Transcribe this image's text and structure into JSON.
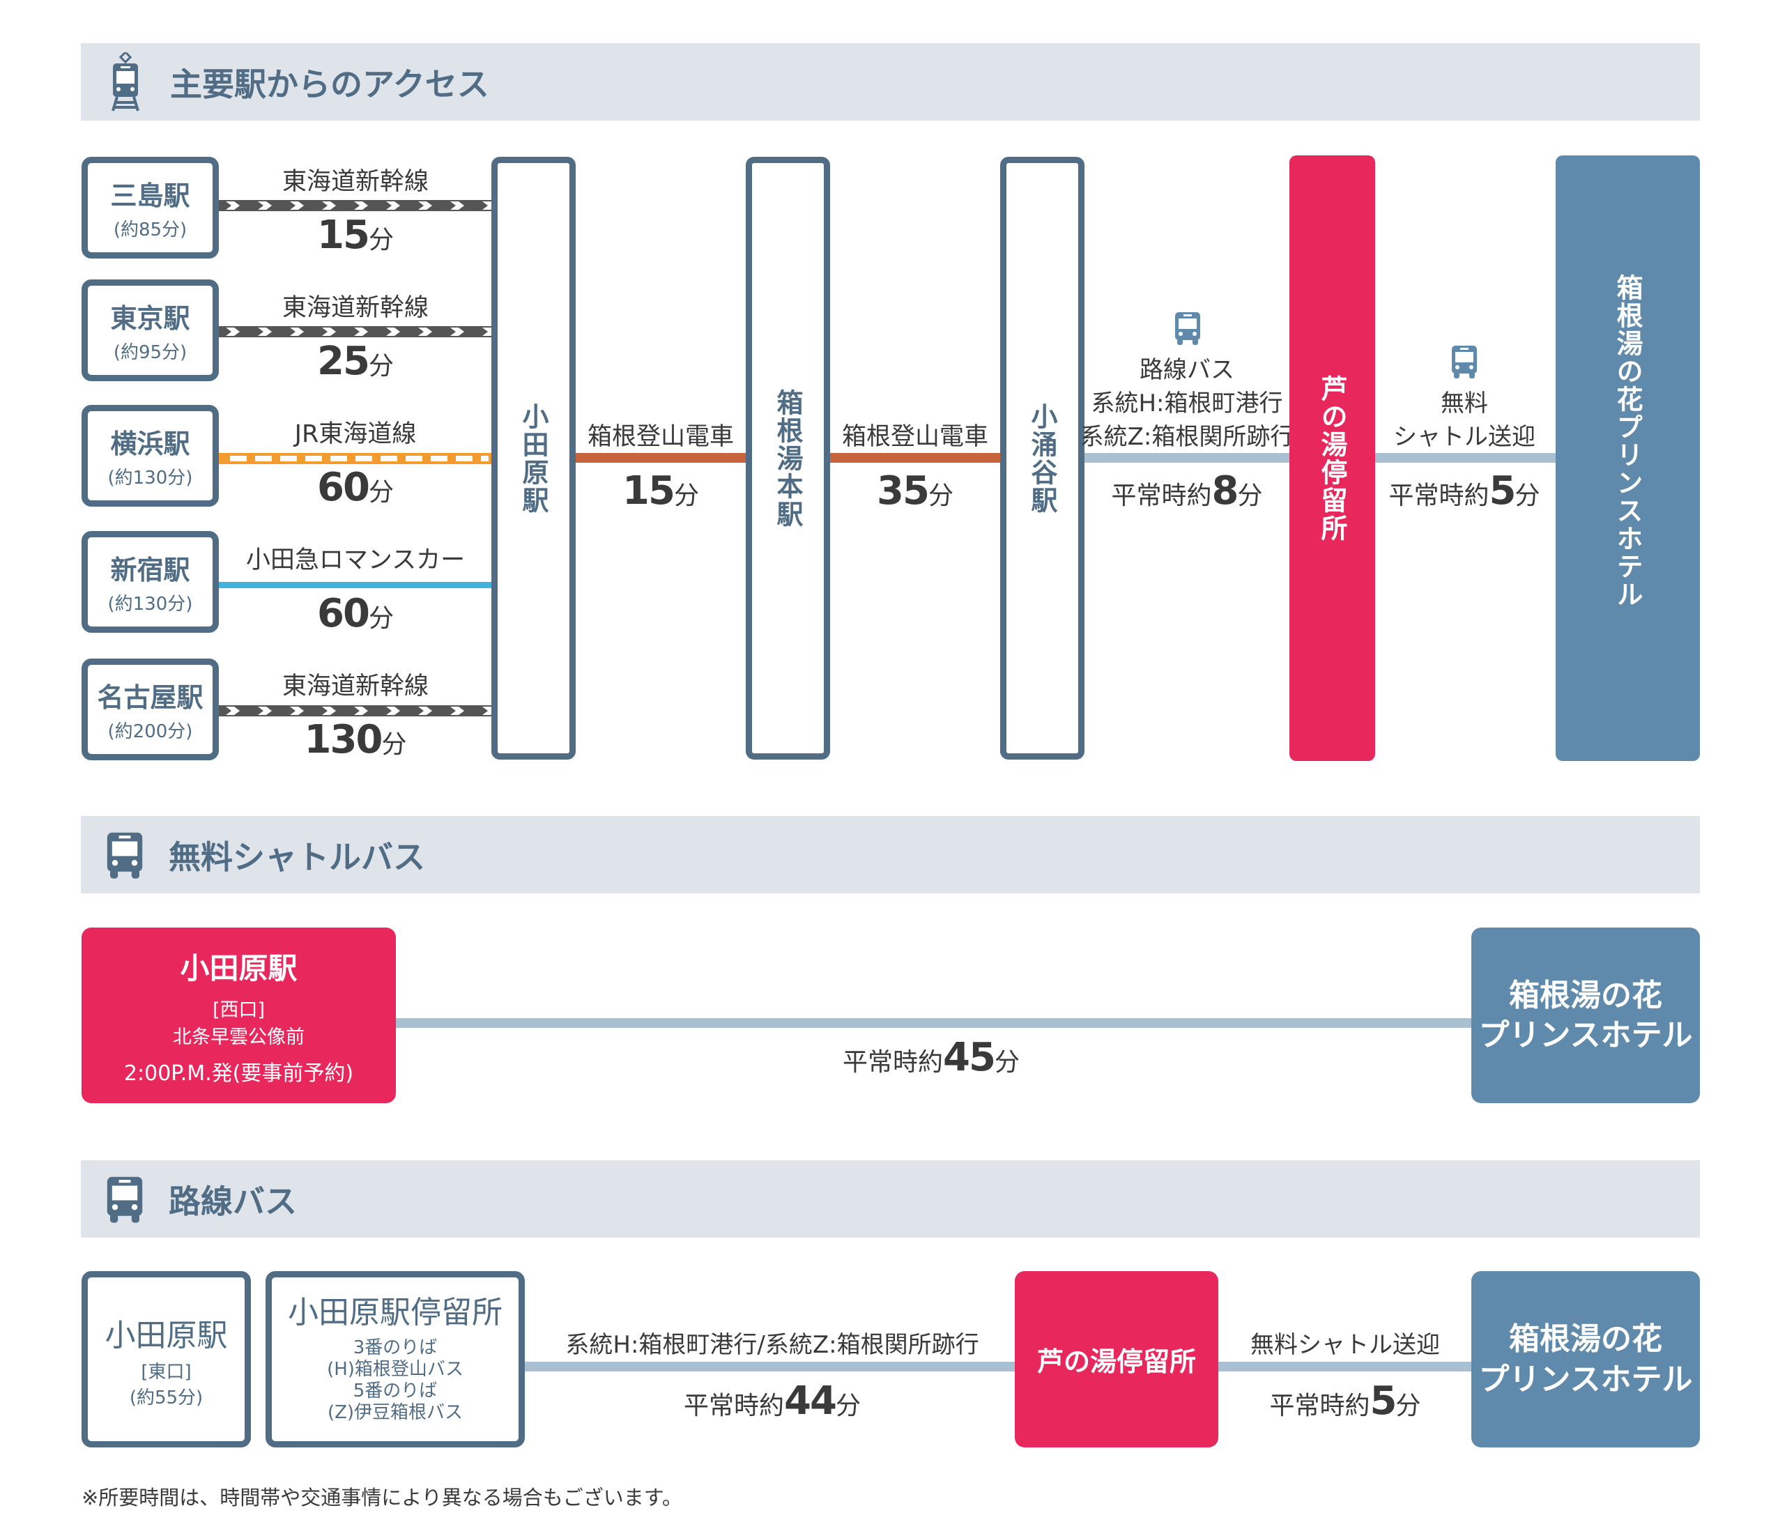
{
  "sections": {
    "access": "主要駅からのアクセス",
    "shuttle": "無料シャトルバス",
    "route_bus": "路線バス"
  },
  "origins": [
    {
      "name": "三島駅",
      "total": "(約85分)",
      "line": "東海道新幹線",
      "time": "15",
      "unit": "分"
    },
    {
      "name": "東京駅",
      "total": "(約95分)",
      "line": "東海道新幹線",
      "time": "25",
      "unit": "分"
    },
    {
      "name": "横浜駅",
      "total": "(約130分)",
      "line": "JR東海道線",
      "time": "60",
      "unit": "分"
    },
    {
      "name": "新宿駅",
      "total": "(約130分)",
      "line": "小田急ロマンスカー",
      "time": "60",
      "unit": "分"
    },
    {
      "name": "名古屋駅",
      "total": "(約200分)",
      "line": "東海道新幹線",
      "time": "130",
      "unit": "分"
    }
  ],
  "route": {
    "odawara": "小田原駅",
    "seg1": {
      "line": "箱根登山電車",
      "time": "15",
      "unit": "分"
    },
    "yumoto": "箱根湯本駅",
    "seg2": {
      "line": "箱根登山電車",
      "time": "35",
      "unit": "分"
    },
    "kowakudani": "小涌谷駅",
    "seg3": {
      "l1": "路線バス",
      "l2": "系統H:箱根町港行",
      "l3": "系統Z:箱根関所跡行",
      "prefix": "平常時約",
      "time": "8",
      "unit": "分"
    },
    "ashinoyu": "芦の湯停留所",
    "seg4": {
      "l1": "無料",
      "l2": "シャトル送迎",
      "prefix": "平常時約",
      "time": "5",
      "unit": "分"
    },
    "hotel": "箱根湯の花プリンスホテル"
  },
  "shuttle": {
    "from": "小田原駅",
    "exit": "[西口]",
    "stop": "北条早雲公像前",
    "dep": "2:00P.M.発(要事前予約)",
    "prefix": "平常時約",
    "time": "45",
    "unit": "分",
    "hotel_l1": "箱根湯の花",
    "hotel_l2": "プリンスホテル"
  },
  "bus": {
    "station": "小田原駅",
    "exit": "[東口]",
    "total": "(約55分)",
    "stop": "小田原駅停留所",
    "p1": "3番のりば",
    "p2": "(H)箱根登山バス",
    "p3": "5番のりば",
    "p4": "(Z)伊豆箱根バス",
    "seg1_label": "系統H:箱根町港行/系統Z:箱根関所跡行",
    "seg1_prefix": "平常時約",
    "seg1_time": "44",
    "unit": "分",
    "ashinoyu": "芦の湯停留所",
    "seg2_label": "無料シャトル送迎",
    "seg2_prefix": "平常時約",
    "seg2_time": "5",
    "hotel_l1": "箱根湯の花",
    "hotel_l2": "プリンスホテル"
  },
  "note": "※所要時間は、時間帯や交通事情により異なる場合もございます。",
  "colors": {
    "slate": "#506d85",
    "hotel": "#5f8aab",
    "red": "#e8285c",
    "header": "#dfe4ea"
  }
}
